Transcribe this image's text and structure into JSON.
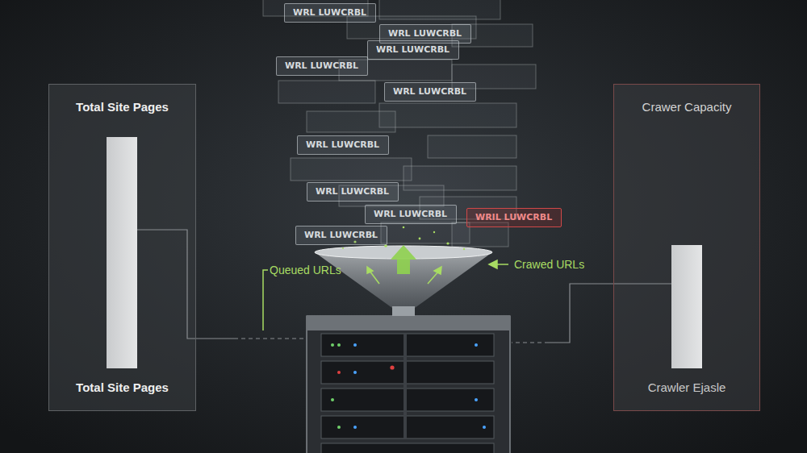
{
  "diagram": {
    "nodes": [
      {
        "text": [
          "Total Site Pages",
          "Total Site Pages"
        ]
      },
      {
        "text": [
          "WRL LUWCRBL"
        ]
      },
      {
        "text": [
          "WRL LUWCRBL"
        ]
      },
      {
        "text": [
          "WRL LUWCRBL"
        ]
      },
      {
        "text": [
          "WRL LUWCRBL"
        ]
      },
      {
        "text": [
          "WRL LUWCRBL"
        ]
      },
      {
        "text": [
          "WRL LUWCRBL"
        ]
      },
      {
        "text": [
          "WRL LUWCRBL"
        ]
      },
      {
        "text": [
          "WRL LUWCRBL"
        ]
      },
      {
        "text": [
          "WRL LUWCRBL"
        ]
      },
      {
        "text": [
          "WRIL LUWCRBL"
        ]
      },
      {
        "text": [
          "Crawer Capacity",
          "Crawler Ejasle"
        ]
      }
    ],
    "labels": [
      "Queued URLs",
      "Crawed URLs"
    ]
  }
}
